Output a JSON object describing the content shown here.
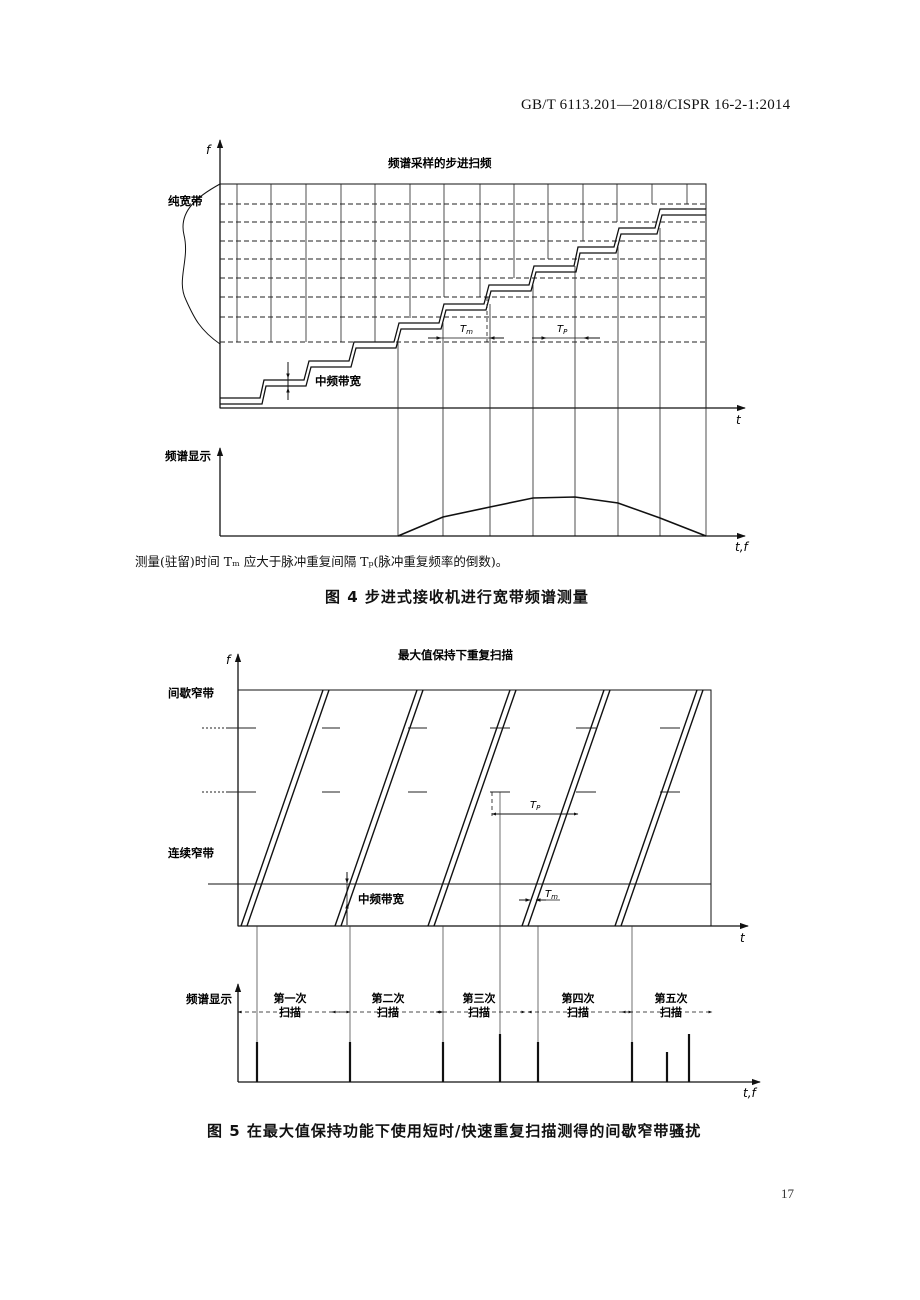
{
  "header": {
    "standard": "GB/T 6113.201—2018/CISPR 16-2-1:2014"
  },
  "figure4": {
    "title": "图 4   步进式接收机进行宽带频谱测量",
    "diagram_title": "频谱采样的步进扫频",
    "y_axis": "f",
    "x_axis_top": "t",
    "band_label": "纯宽带",
    "if_bw_label": "中频带宽",
    "tm_label": "T",
    "tm_sub": "m",
    "tp_label": "T",
    "tp_sub": "P",
    "display_label": "频谱显示",
    "x_axis_bottom": "t,f",
    "note": "测量(驻留)时间 Tₘ 应大于脉冲重复间隔 Tₚ(脉冲重复频率的倒数)。"
  },
  "figure5": {
    "title": "图 5   在最大值保持功能下使用短时/快速重复扫描测得的间歇窄带骚扰",
    "diagram_title": "最大值保持下重复扫描",
    "y_axis": "f",
    "x_axis_top": "t",
    "band_intermittent": "间歇窄带",
    "band_continuous": "连续窄带",
    "if_bw_label": "中频带宽",
    "tp_label": "T",
    "tp_sub": "P",
    "tm_label": "T",
    "tm_sub": "m",
    "display_label": "频谱显示",
    "x_axis_bottom": "t,f",
    "scans": [
      {
        "line1": "第一次",
        "line2": "扫描"
      },
      {
        "line1": "第二次",
        "line2": "扫描"
      },
      {
        "line1": "第三次",
        "line2": "扫描"
      },
      {
        "line1": "第四次",
        "line2": "扫描"
      },
      {
        "line1": "第五次",
        "line2": "扫描"
      }
    ]
  },
  "page_number": "17"
}
